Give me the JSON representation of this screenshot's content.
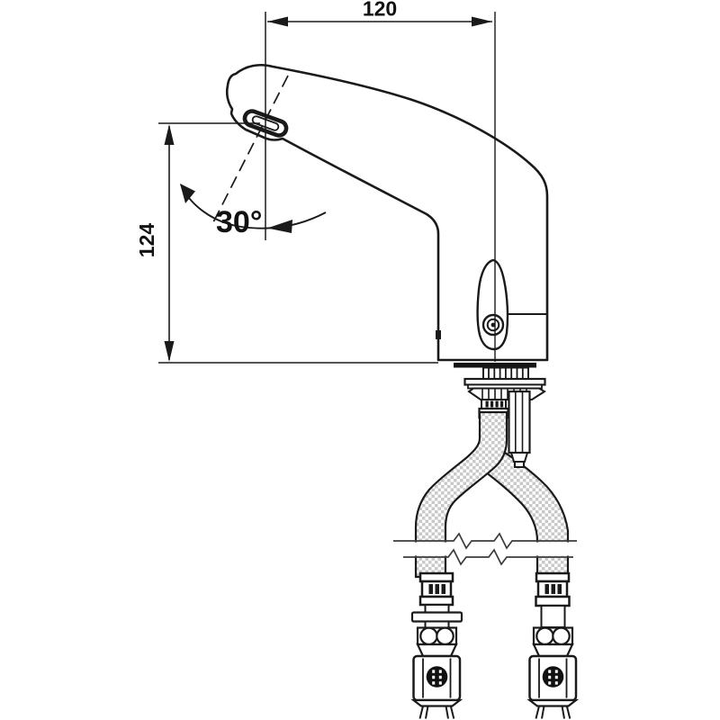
{
  "colors": {
    "line": "#1a1a1a",
    "braid_fill": "#c9c9c9",
    "break_line": "#3c3c3c",
    "background": "#ffffff"
  },
  "drawing": {
    "dimension_width": {
      "label": "120"
    },
    "dimension_height": {
      "label": "124"
    },
    "angle": {
      "label": "30°"
    }
  }
}
